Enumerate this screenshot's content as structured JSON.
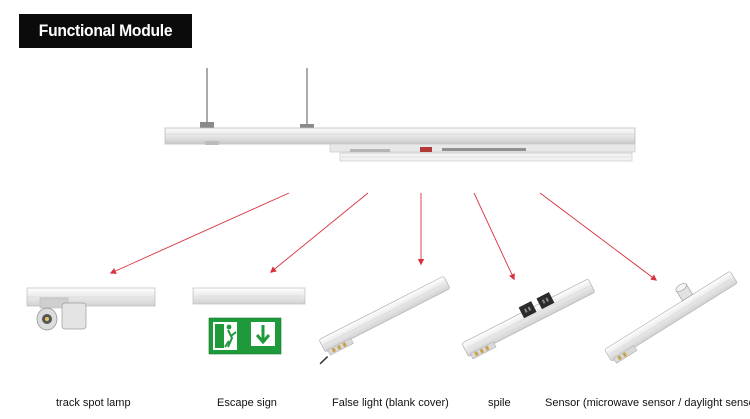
{
  "header": {
    "title": "Functional Module",
    "title_bg": "#0b0b0b",
    "title_color": "#ffffff"
  },
  "arrow_color": "#d9323f",
  "modules": [
    {
      "label": "track spot lamp",
      "icon": "track-spot-lamp"
    },
    {
      "label": "Escape sign",
      "icon": "exit-sign"
    },
    {
      "label": "False light (blank cover)",
      "icon": "blank-cover-module"
    },
    {
      "label": "spile",
      "icon": "socket-module"
    },
    {
      "label": "Sensor (microwave sensor / daylight sensor)",
      "icon": "sensor-module"
    }
  ]
}
